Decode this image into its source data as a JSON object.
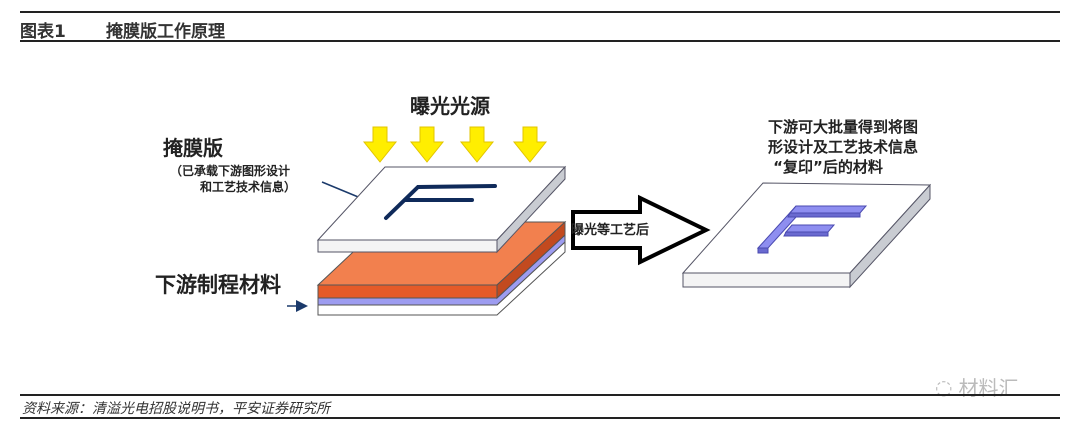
{
  "header": {
    "figure_number": "图表1",
    "title": "掩膜版工作原理"
  },
  "diagram": {
    "light_source_label": "曝光光源",
    "mask_label": "掩膜版",
    "mask_note_line1": "（已承载下游图形设计",
    "mask_note_line2": "和工艺技术信息）",
    "material_label": "下游制程材料",
    "process_arrow_label": "曝光等工艺后",
    "result_line1": "下游可大批量得到将图",
    "result_line2": "形设计及工艺技术信息",
    "result_line3": "“复印”后的材料",
    "colors": {
      "arrow_yellow": "#ffee00",
      "photoresist_orange": "#f2804e",
      "layer_purple": "#9d9cf0",
      "pattern_navy": "#0f2a5a"
    }
  },
  "footer": {
    "source": "资料来源：清溢光电招股说明书，平安证券研究所"
  },
  "watermark": {
    "text": "材料汇"
  }
}
